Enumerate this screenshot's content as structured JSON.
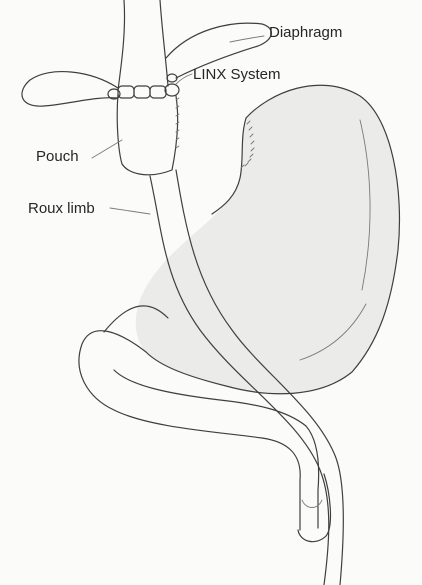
{
  "labels": {
    "diaphragm": "Diaphragm",
    "linx": "LINX System",
    "pouch": "Pouch",
    "roux": "Roux limb"
  },
  "colors": {
    "background": "#fbfbfa",
    "pencil": "#3f3f3f",
    "text": "#262626"
  }
}
